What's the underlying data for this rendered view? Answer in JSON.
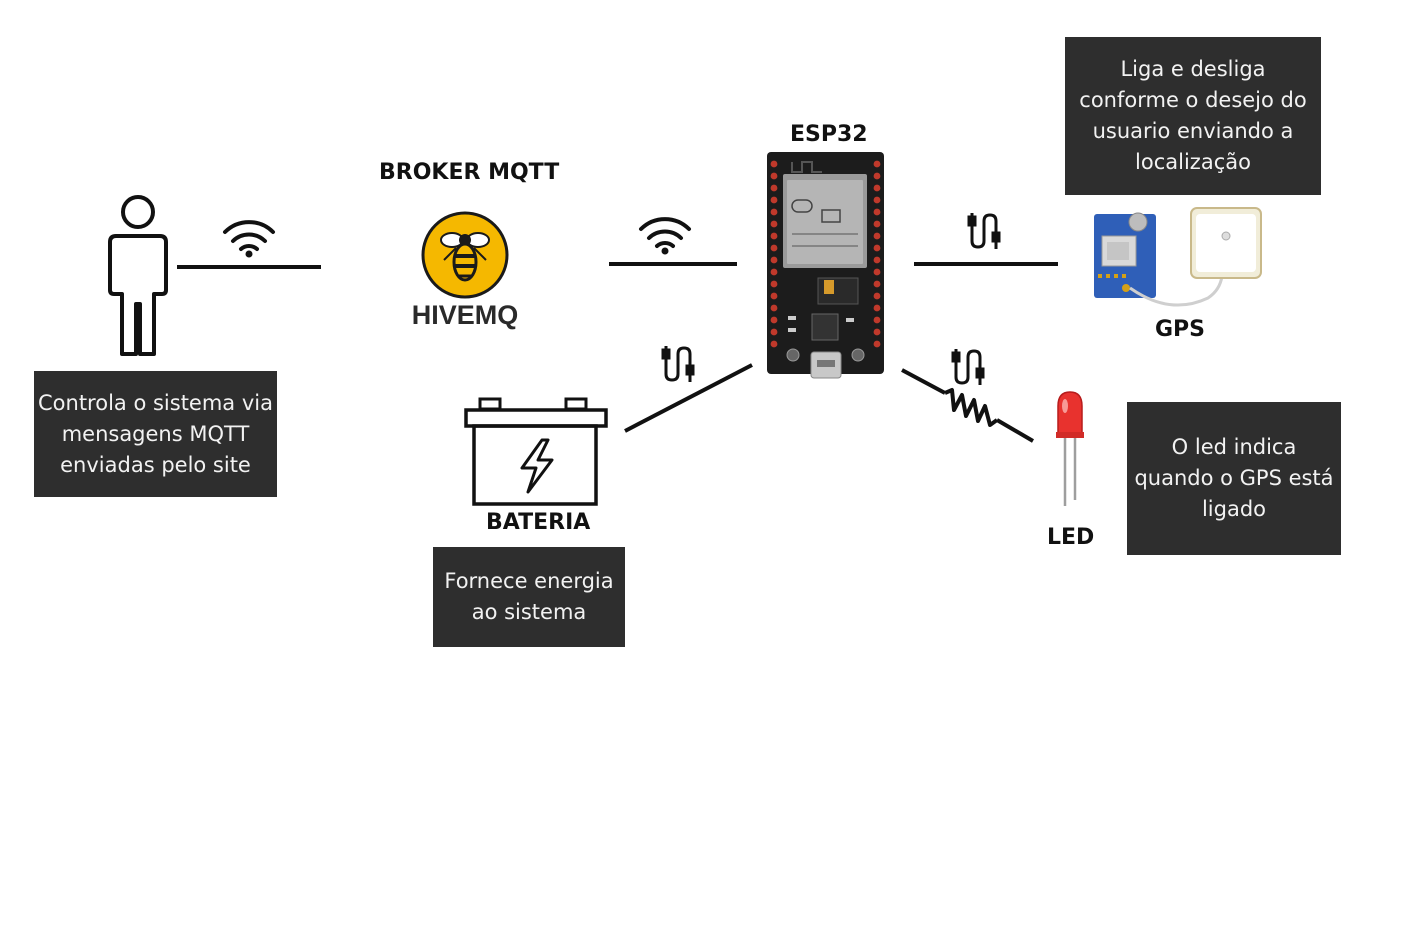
{
  "labels": {
    "broker": "BROKER MQTT",
    "esp32": "ESP32",
    "gps": "GPS",
    "bateria": "BATERIA",
    "led": "LED",
    "hivemq_logo_text": "HIVEMQ"
  },
  "notes": {
    "user": "Controla o sistema via mensagens MQTT enviadas pelo site",
    "gps": "Liga e desliga conforme o desejo do usuario enviando a localização",
    "battery": "Fornece energia ao sistema",
    "led": "O led indica quando o GPS está ligado"
  },
  "icons": {
    "user": "person-outline-icon",
    "wifi": "wifi-icon",
    "cable": "cable-icon",
    "resistor": "resistor-icon",
    "broker_logo": "hivemq-bee-logo",
    "board": "esp32-board",
    "gps_module": "gps-module",
    "battery": "battery-icon",
    "led": "red-led"
  },
  "colors": {
    "note_background": "#2e2e2e",
    "note_text": "#f2f2f2",
    "hivemq_yellow": "#f5b800",
    "board_black": "#1c1c1c",
    "pin_red": "#c0392b",
    "led_red": "#e8322e",
    "gps_blue": "#2f5fb8"
  }
}
